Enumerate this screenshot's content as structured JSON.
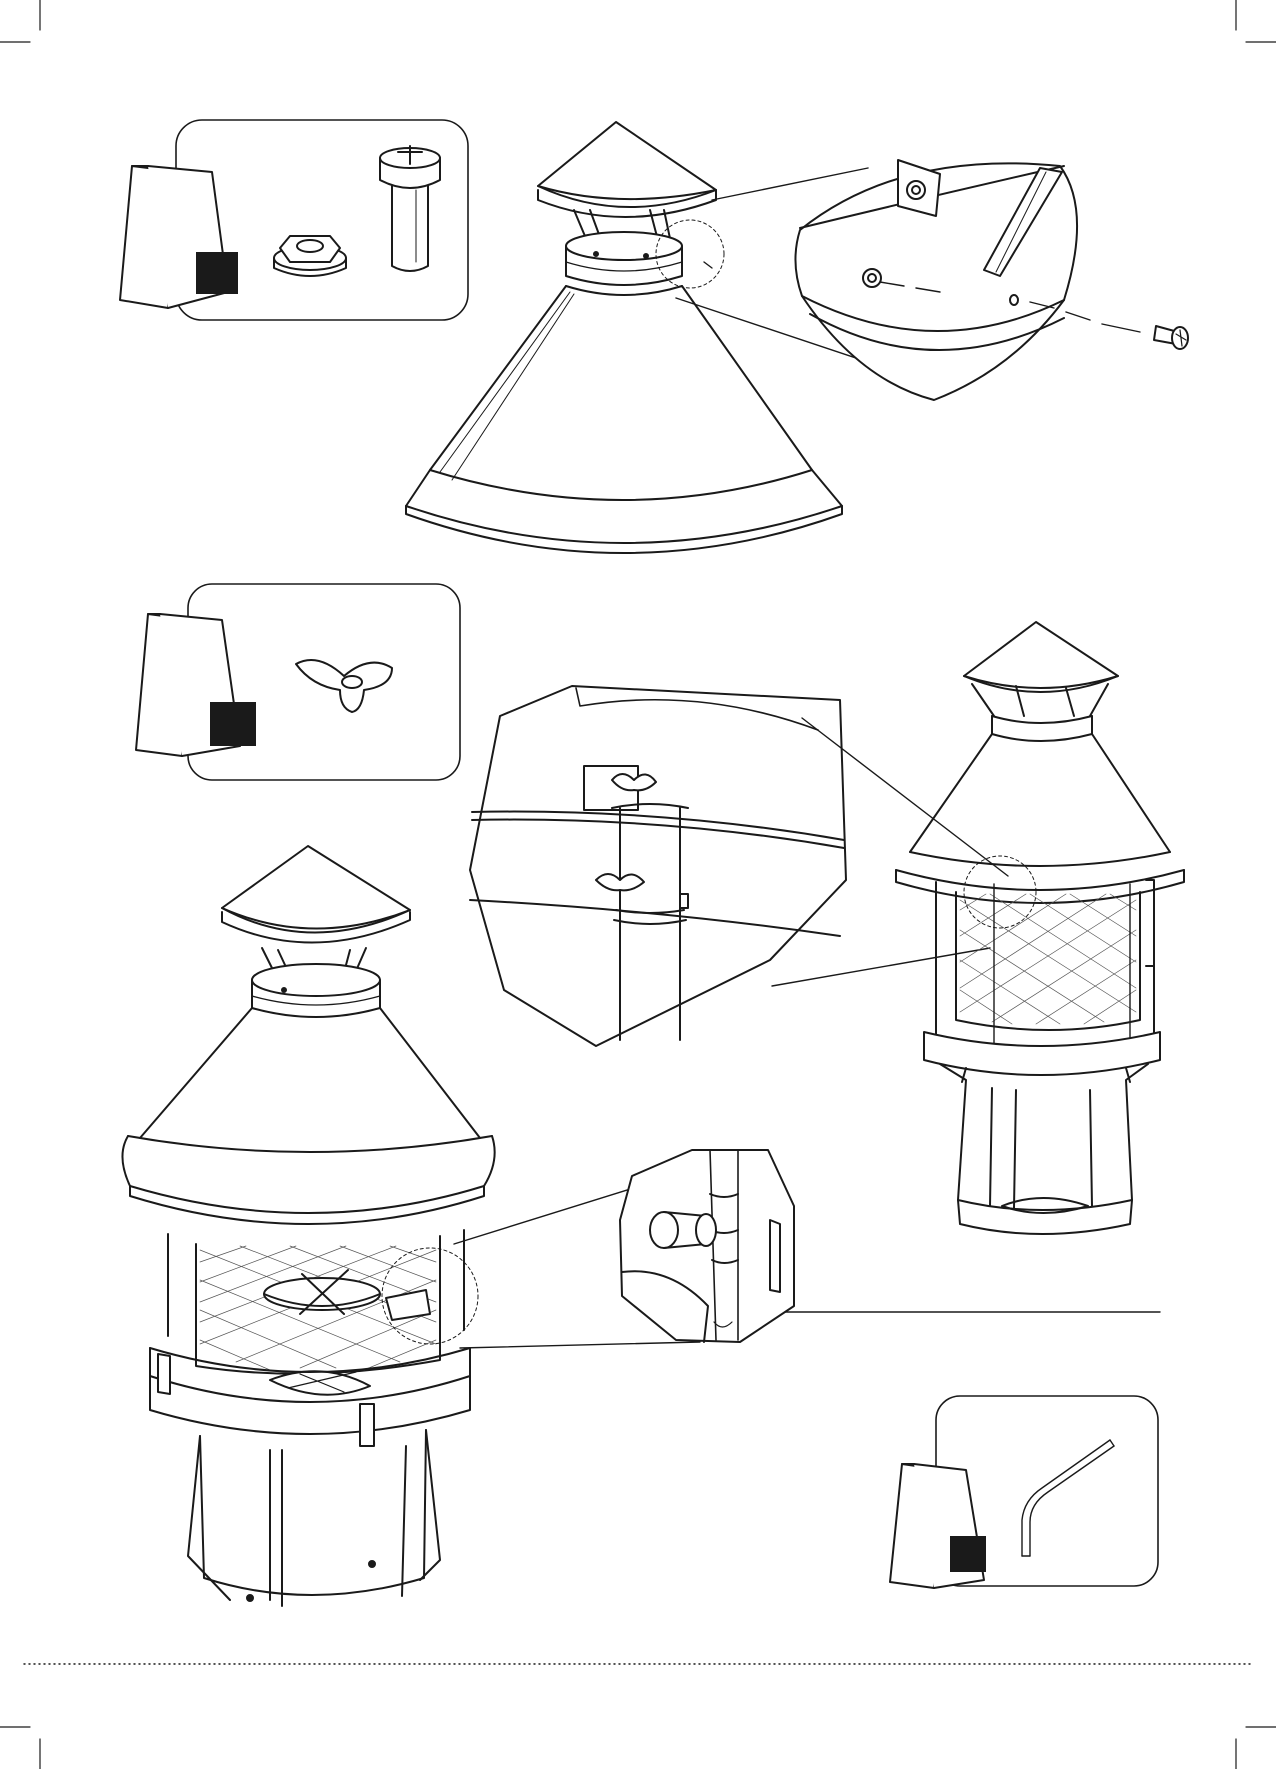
{
  "page": {
    "title": "",
    "background": "#ffffff",
    "ink": "#1a1a1a"
  },
  "parts_boxes": [
    {
      "name": "bolt-and-nut-bag",
      "bag_tag_color": "#1a1a1a",
      "parts": [
        "bolt-icon",
        "hex-nut-icon"
      ]
    },
    {
      "name": "wing-nut-bag",
      "bag_tag_color": "#1a1a1a",
      "parts": [
        "wing-nut-icon"
      ]
    },
    {
      "name": "hex-key-bag",
      "bag_tag_color": "#1a1a1a",
      "parts": [
        "hex-key-icon"
      ]
    }
  ],
  "illustrations": [
    "chimney-cap-and-hood",
    "cap-bolt-detail",
    "wing-nut-hinge-detail",
    "assembled-hood-on-body-rear",
    "assembled-fireplace-front",
    "door-hinge-pin-detail"
  ]
}
